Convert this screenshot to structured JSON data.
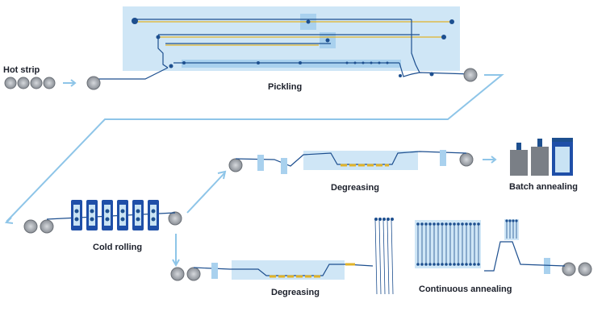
{
  "labels": {
    "hot_strip": "Hot strip",
    "pickling": "Pickling",
    "cold_rolling": "Cold rolling",
    "degreasing_top": "Degreasing",
    "batch_annealing": "Batch annealing",
    "degreasing_bottom": "Degreasing",
    "continuous_annealing": "Continuous annealing"
  },
  "colors": {
    "panel": "#c9e3f4",
    "line_blue": "#1d4f8f",
    "roll_grey": "#8a8f96",
    "arrow": "#8ec5e8",
    "strip_gold": "#e0b32a",
    "stand_blue": "#1f4fa8",
    "furnace_grey": "#7a7f86"
  }
}
